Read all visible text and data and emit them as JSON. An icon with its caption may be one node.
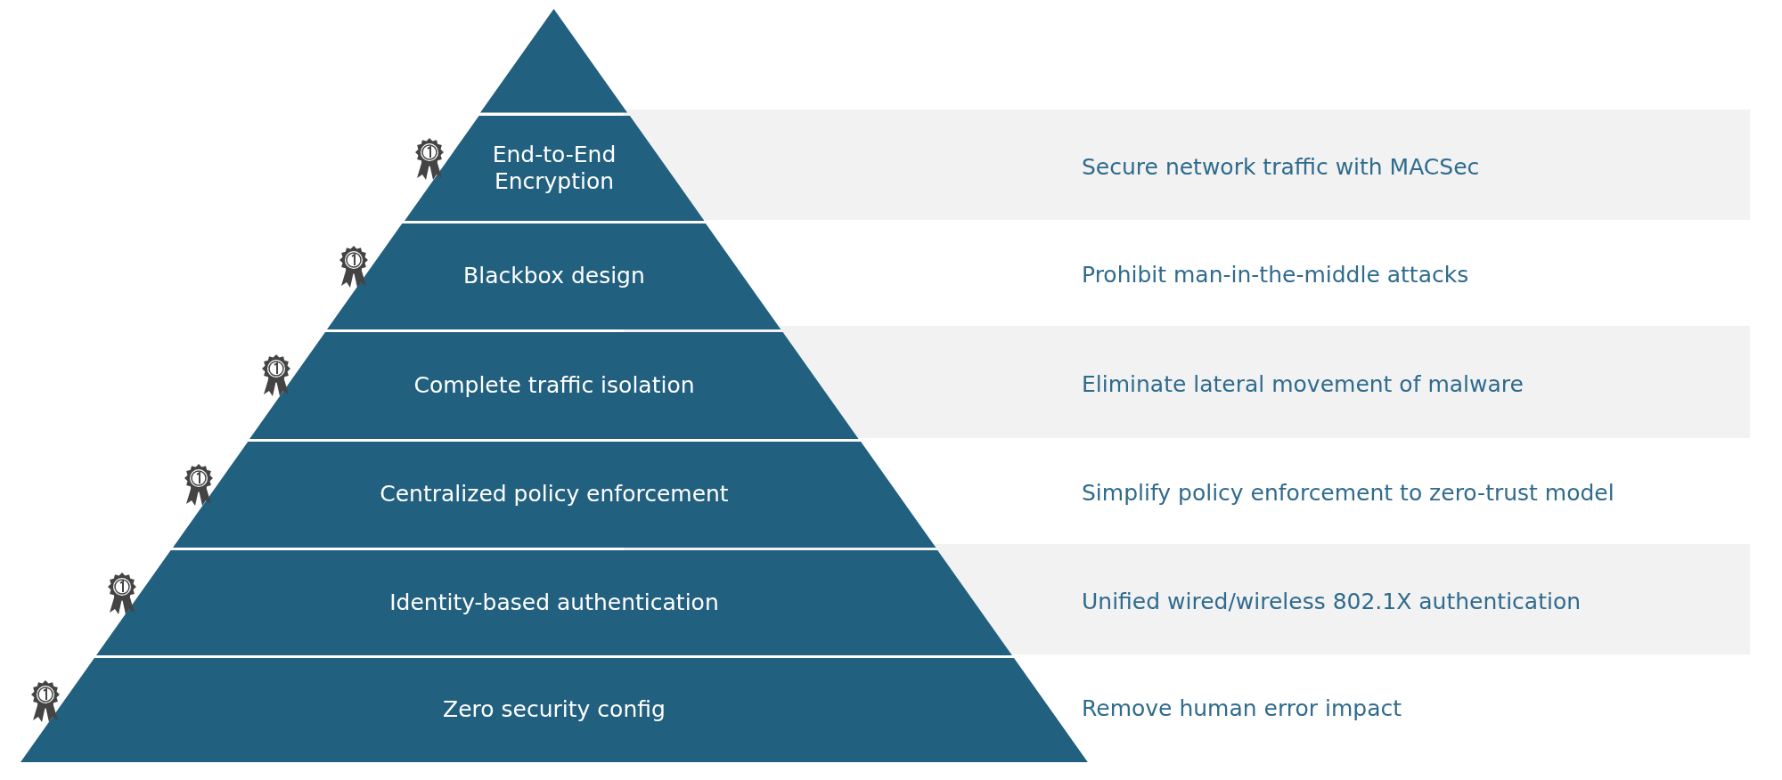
{
  "diagram": {
    "nodes": [
      {
        "text": [],
        "shape": "triangle"
      },
      {
        "text": [
          "End-to-End Encryption"
        ]
      },
      {
        "text": [
          "Blackbox design"
        ]
      },
      {
        "text": [
          "Complete traffic isolation"
        ]
      },
      {
        "text": [
          "Centralized policy enforcement"
        ]
      },
      {
        "text": [
          "Identity-based authentication"
        ]
      },
      {
        "text": [
          "Zero security config"
        ]
      }
    ],
    "labels": [
      "Secure network traffic with MACSec",
      "Prohibit man-in-the-middle attacks",
      "Eliminate lateral movement of malware",
      "Simplify policy enforcement to zero-trust model",
      "Unified wired/wireless 802.1X authentication",
      "Remove human error impact"
    ]
  }
}
